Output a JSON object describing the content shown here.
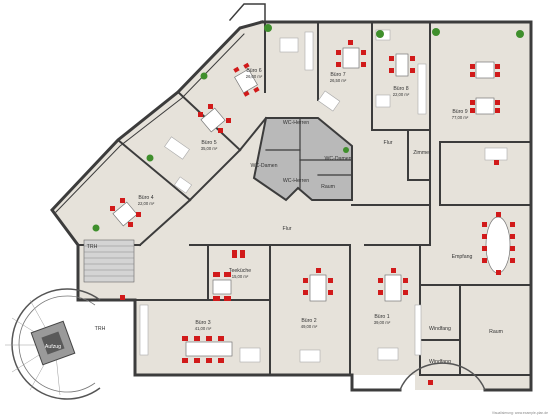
{
  "colors": {
    "floor": "#e6e2da",
    "wall": "#3c3c3c",
    "wet_floor": "#b9b9b9",
    "chair": "#d11a1a",
    "desk": "#ffffff",
    "plant": "#3f8f2c",
    "stair": "#d4d4d4"
  },
  "rooms": [
    {
      "key": "buero6",
      "name": "Büro 6",
      "area": "26,00 m²"
    },
    {
      "key": "buero7",
      "name": "Büro 7",
      "area": "26,50 m²"
    },
    {
      "key": "buero8",
      "name": "Büro 8",
      "area": "22,00 m²"
    },
    {
      "key": "buero9",
      "name": "Büro 9",
      "area": "77,00 m²"
    },
    {
      "key": "buero5",
      "name": "Büro 5",
      "area": "35,00 m²"
    },
    {
      "key": "buero4",
      "name": "Büro 4",
      "area": "22,00 m²"
    },
    {
      "key": "teekueche",
      "name": "Teeküche",
      "area": "15,00 m²"
    },
    {
      "key": "buero3",
      "name": "Büro 3",
      "area": "41,00 m²"
    },
    {
      "key": "buero2",
      "name": "Büro 2",
      "area": "49,00 m²"
    },
    {
      "key": "buero1",
      "name": "Büro 1",
      "area": "39,00 m²"
    }
  ],
  "labels": {
    "wc_herren_top": "WC-Herren",
    "wc_damen_right": "WC-Damen",
    "wc_damen_left": "WC-Damen",
    "wc_herren_bottom": "WC-Herren",
    "raum_small": "Raum",
    "flur_upper": "Flur",
    "flur_main": "Flur",
    "zimmer": "Zimmer",
    "empfang": "Empfang",
    "trh_upper": "TRH",
    "trh_lower": "TRH",
    "aufzug": "Aufzug",
    "windfang_upper": "Windfang",
    "windfang_lower": "Windfang",
    "raum_right": "Raum"
  },
  "footer": "Visualisierung: www.example-plan.de"
}
